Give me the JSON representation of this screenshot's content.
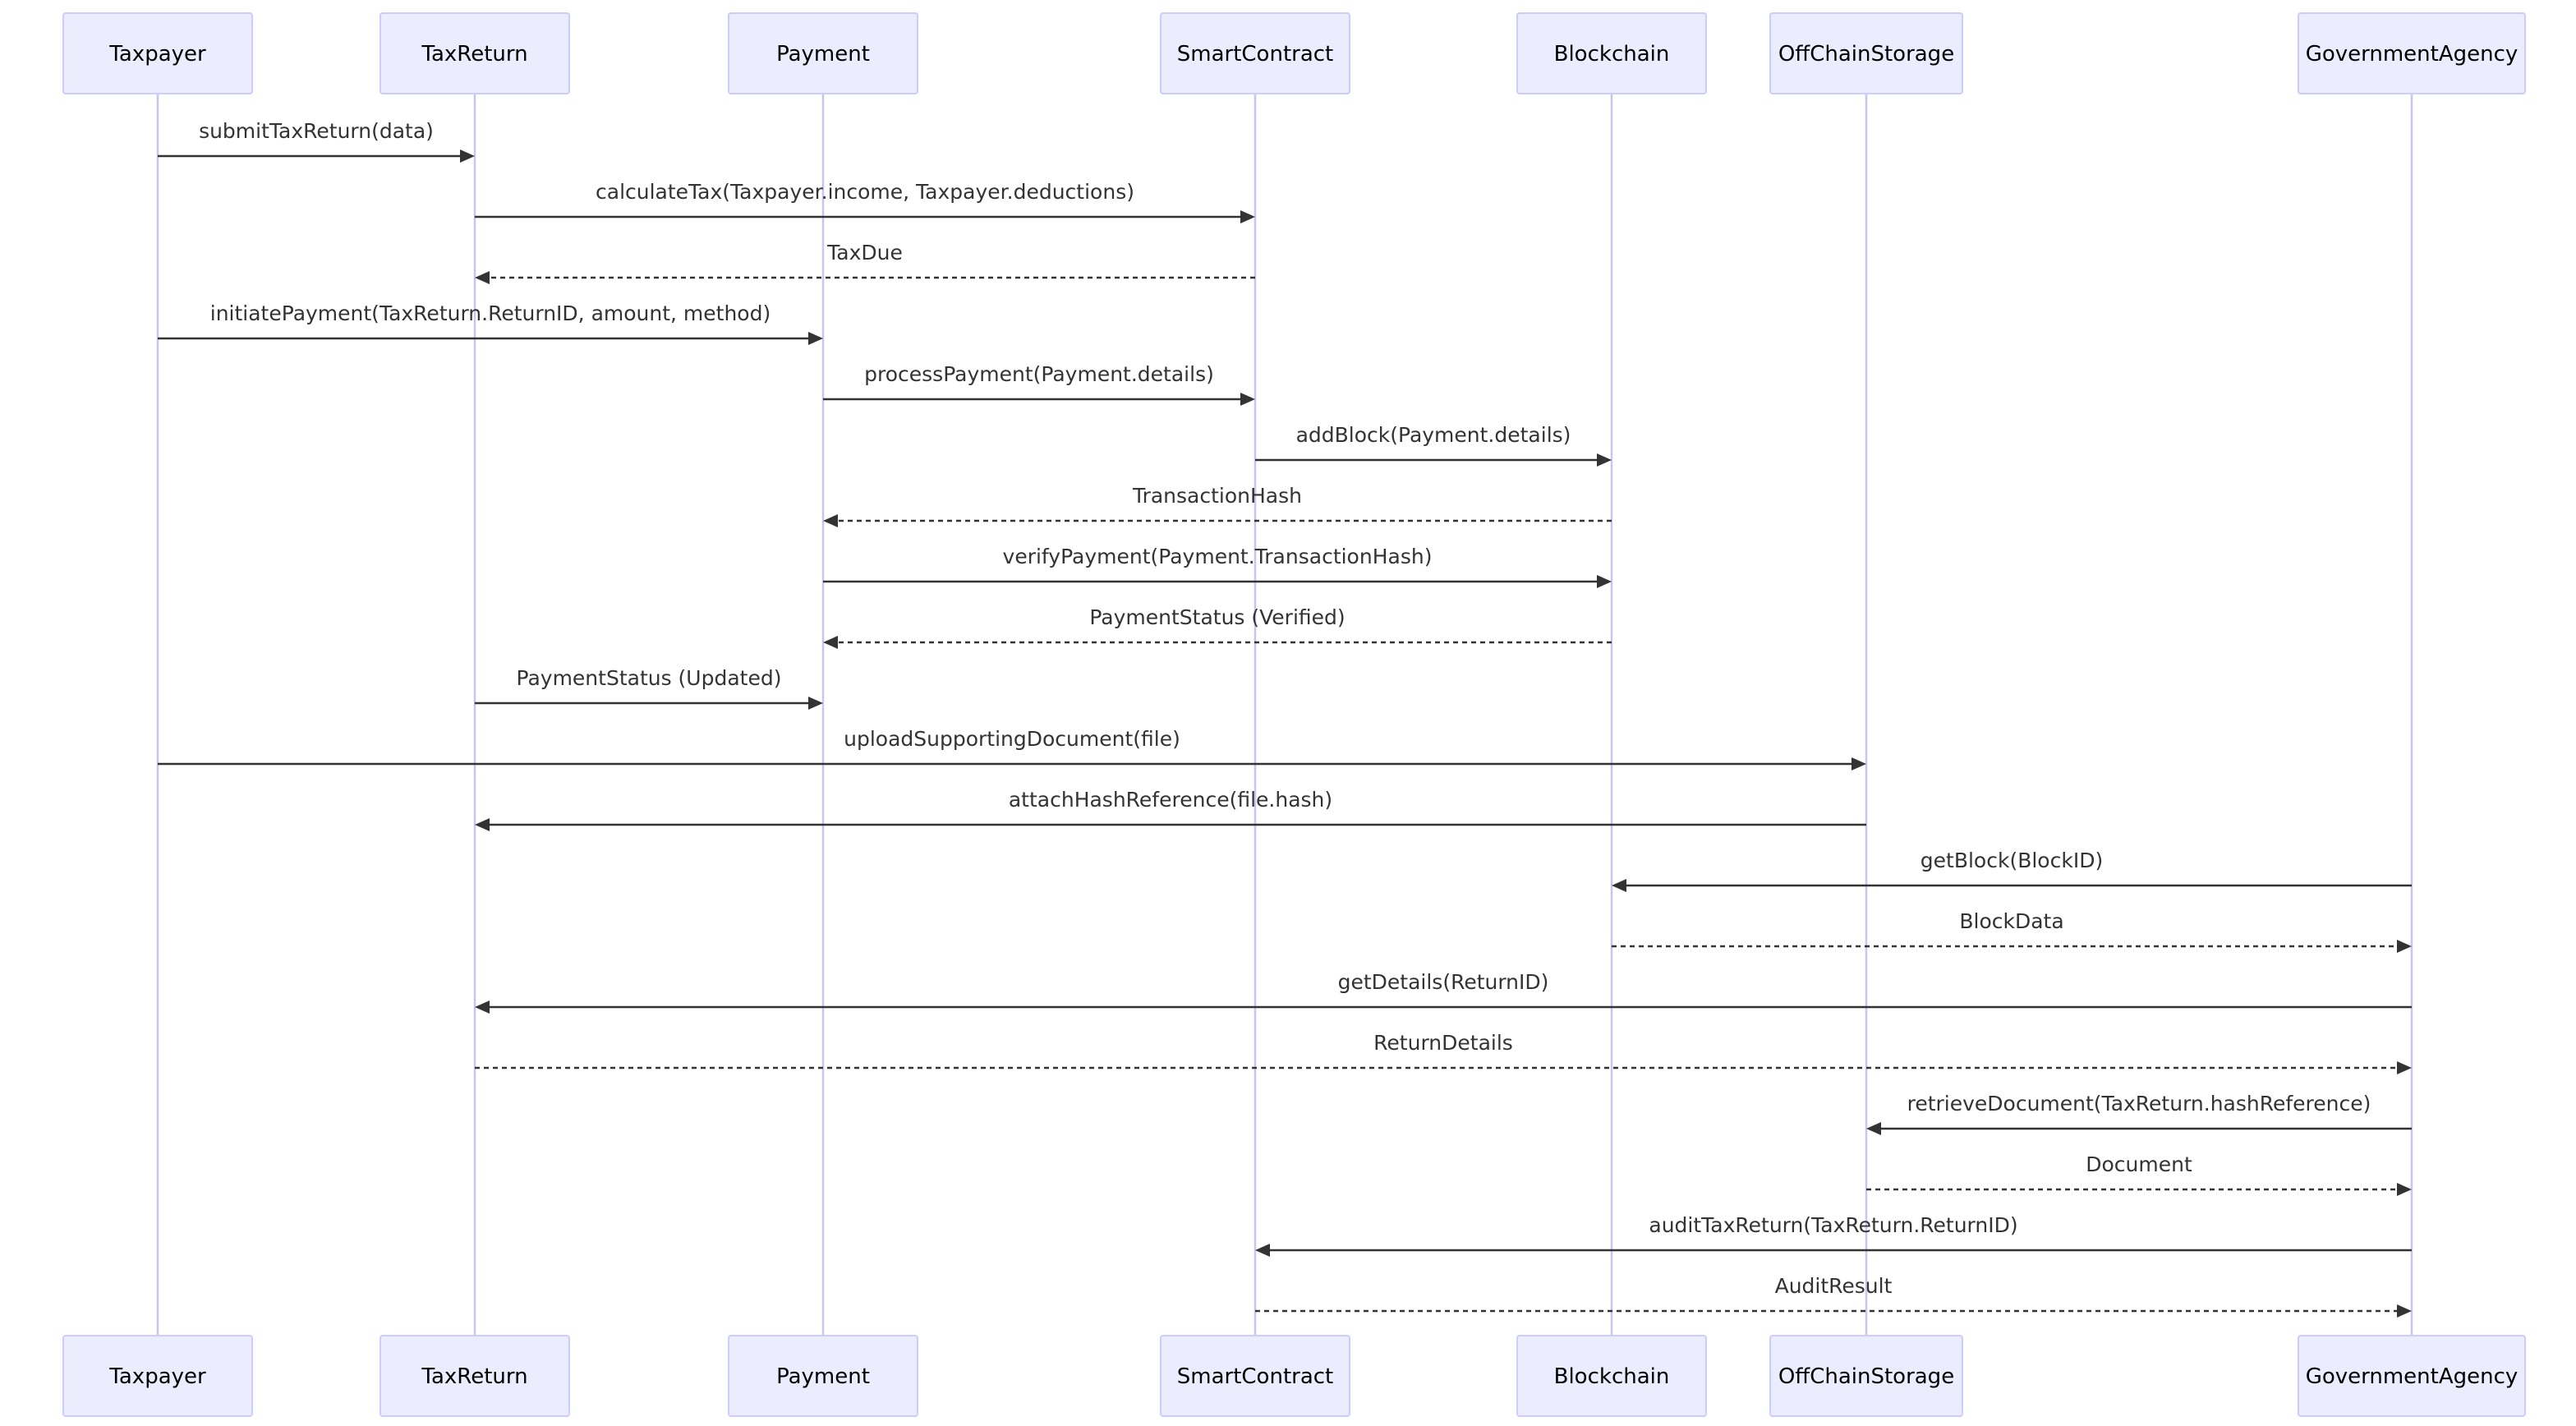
{
  "actors": [
    {
      "id": "taxpayer",
      "label": "Taxpayer"
    },
    {
      "id": "taxreturn",
      "label": "TaxReturn"
    },
    {
      "id": "payment",
      "label": "Payment"
    },
    {
      "id": "smartcontract",
      "label": "SmartContract"
    },
    {
      "id": "blockchain",
      "label": "Blockchain"
    },
    {
      "id": "offchainstorage",
      "label": "OffChainStorage"
    },
    {
      "id": "governmentagency",
      "label": "GovernmentAgency"
    }
  ],
  "messages": [
    {
      "from": 0,
      "to": 1,
      "label": "submitTaxReturn(data)",
      "style": "solid"
    },
    {
      "from": 1,
      "to": 3,
      "label": "calculateTax(Taxpayer.income, Taxpayer.deductions)",
      "style": "solid"
    },
    {
      "from": 3,
      "to": 1,
      "label": "TaxDue",
      "style": "dashed"
    },
    {
      "from": 0,
      "to": 2,
      "label": "initiatePayment(TaxReturn.ReturnID, amount, method)",
      "style": "solid"
    },
    {
      "from": 2,
      "to": 3,
      "label": "processPayment(Payment.details)",
      "style": "solid"
    },
    {
      "from": 3,
      "to": 4,
      "label": "addBlock(Payment.details)",
      "style": "solid"
    },
    {
      "from": 4,
      "to": 2,
      "label": "TransactionHash",
      "style": "dashed"
    },
    {
      "from": 2,
      "to": 4,
      "label": "verifyPayment(Payment.TransactionHash)",
      "style": "solid"
    },
    {
      "from": 4,
      "to": 2,
      "label": "PaymentStatus (Verified)",
      "style": "dashed"
    },
    {
      "from": 1,
      "to": 2,
      "label": "PaymentStatus (Updated)",
      "style": "solid"
    },
    {
      "from": 0,
      "to": 5,
      "label": "uploadSupportingDocument(file)",
      "style": "solid"
    },
    {
      "from": 5,
      "to": 1,
      "label": "attachHashReference(file.hash)",
      "style": "solid"
    },
    {
      "from": 6,
      "to": 4,
      "label": "getBlock(BlockID)",
      "style": "solid"
    },
    {
      "from": 4,
      "to": 6,
      "label": "BlockData",
      "style": "dashed"
    },
    {
      "from": 6,
      "to": 1,
      "label": "getDetails(ReturnID)",
      "style": "solid"
    },
    {
      "from": 1,
      "to": 6,
      "label": "ReturnDetails",
      "style": "dashed"
    },
    {
      "from": 6,
      "to": 5,
      "label": "retrieveDocument(TaxReturn.hashReference)",
      "style": "solid"
    },
    {
      "from": 5,
      "to": 6,
      "label": "Document",
      "style": "dashed"
    },
    {
      "from": 6,
      "to": 3,
      "label": "auditTaxReturn(TaxReturn.ReturnID)",
      "style": "solid"
    },
    {
      "from": 3,
      "to": 6,
      "label": "AuditResult",
      "style": "dashed"
    }
  ]
}
